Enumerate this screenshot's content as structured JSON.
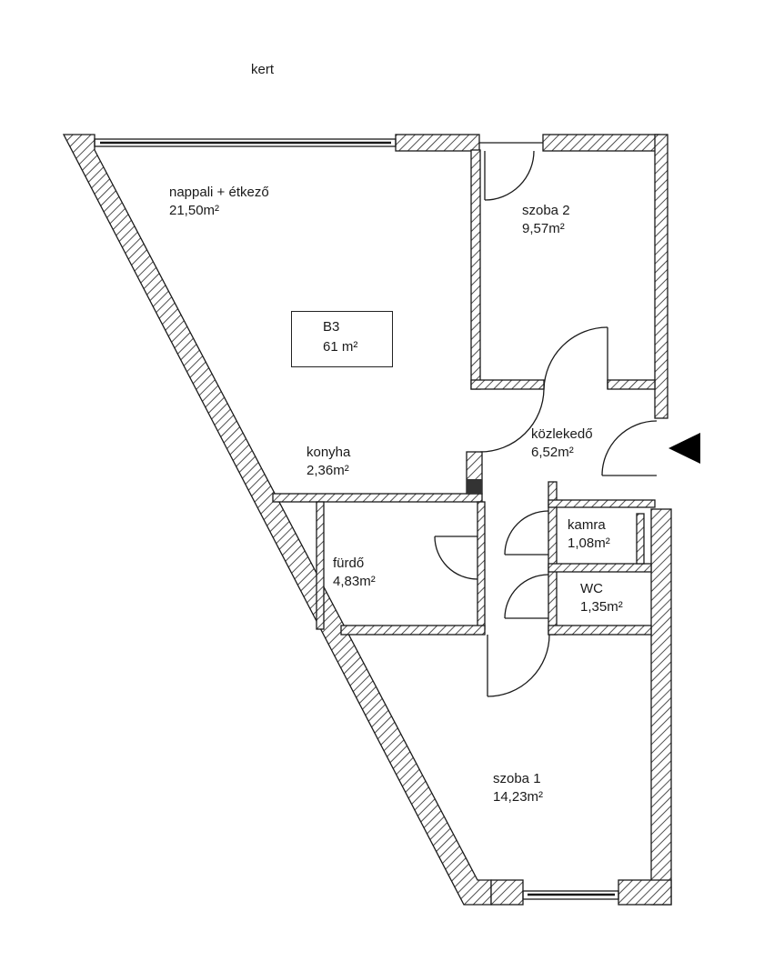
{
  "outside_label": "kert",
  "apartment": {
    "code": "B3",
    "area": "61 m²"
  },
  "rooms": [
    {
      "name": "nappali + étkező",
      "area": "21,50m²"
    },
    {
      "name": "szoba 2",
      "area": "9,57m²"
    },
    {
      "name": "közlekedő",
      "area": "6,52m²"
    },
    {
      "name": "konyha",
      "area": "2,36m²"
    },
    {
      "name": "fürdő",
      "area": "4,83m²"
    },
    {
      "name": "kamra",
      "area": "1,08m²"
    },
    {
      "name": "WC",
      "area": "1,35m²"
    },
    {
      "name": "szoba 1",
      "area": "14,23m²"
    }
  ],
  "colors": {
    "wall": "#1a1a1a",
    "background": "#ffffff"
  }
}
